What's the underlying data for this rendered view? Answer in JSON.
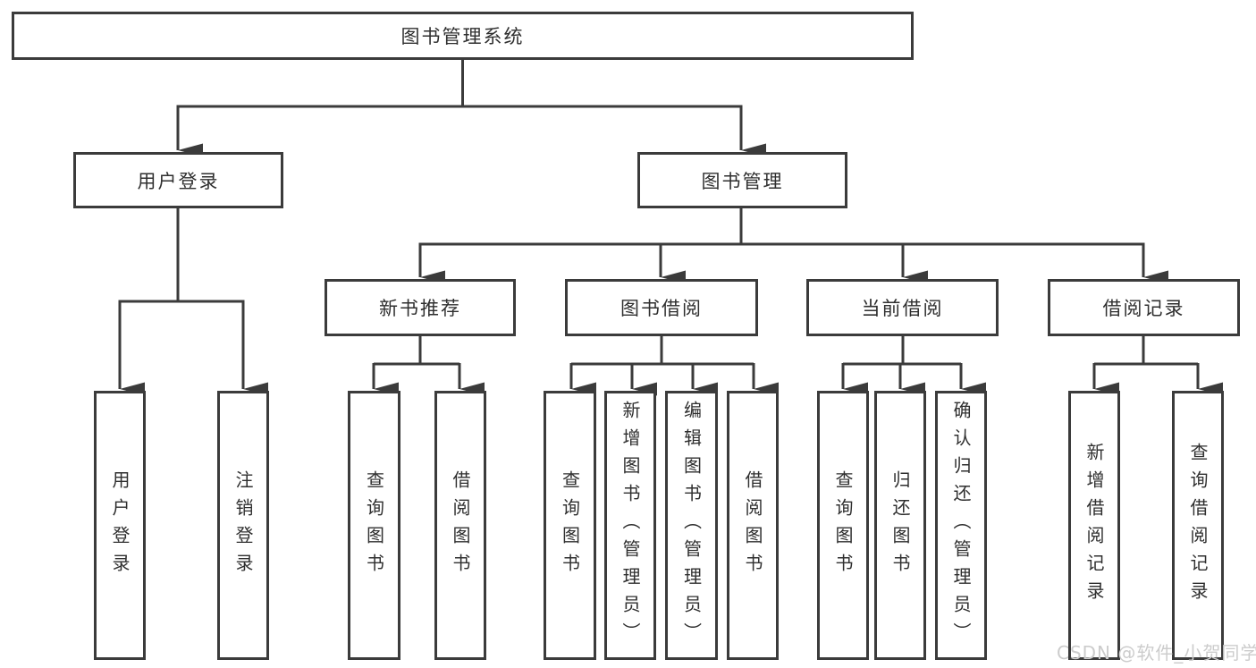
{
  "diagram": {
    "type": "hierarchy-tree",
    "nodes": {
      "root": {
        "label": "图书管理系统"
      },
      "level2": [
        {
          "label": "用户登录"
        },
        {
          "label": "图书管理"
        }
      ],
      "level3": [
        {
          "label": "新书推荐",
          "parent": "图书管理"
        },
        {
          "label": "图书借阅",
          "parent": "图书管理"
        },
        {
          "label": "当前借阅",
          "parent": "图书管理"
        },
        {
          "label": "借阅记录",
          "parent": "图书管理"
        }
      ],
      "leaves": [
        {
          "label": "用户登录",
          "parent": "用户登录"
        },
        {
          "label": "注销登录",
          "parent": "用户登录"
        },
        {
          "label": "查询图书",
          "parent": "新书推荐"
        },
        {
          "label": "借阅图书",
          "parent": "新书推荐"
        },
        {
          "label": "查询图书",
          "parent": "图书借阅"
        },
        {
          "label": "新增图书（管理员）",
          "parent": "图书借阅"
        },
        {
          "label": "编辑图书（管理员）",
          "parent": "图书借阅"
        },
        {
          "label": "借阅图书",
          "parent": "图书借阅"
        },
        {
          "label": "查询图书",
          "parent": "当前借阅"
        },
        {
          "label": "归还图书",
          "parent": "当前借阅"
        },
        {
          "label": "确认归还（管理员）",
          "parent": "当前借阅"
        },
        {
          "label": "新增借阅记录",
          "parent": "借阅记录"
        },
        {
          "label": "查询借阅记录",
          "parent": "借阅记录"
        }
      ]
    },
    "watermark": "CSDN @软件_小贺同学",
    "colors": {
      "line": "#3b3b3b",
      "box_border": "#3b3b3b",
      "text": "#2f2f2f",
      "background": "#ffffff",
      "watermark": "#cccccc"
    }
  }
}
